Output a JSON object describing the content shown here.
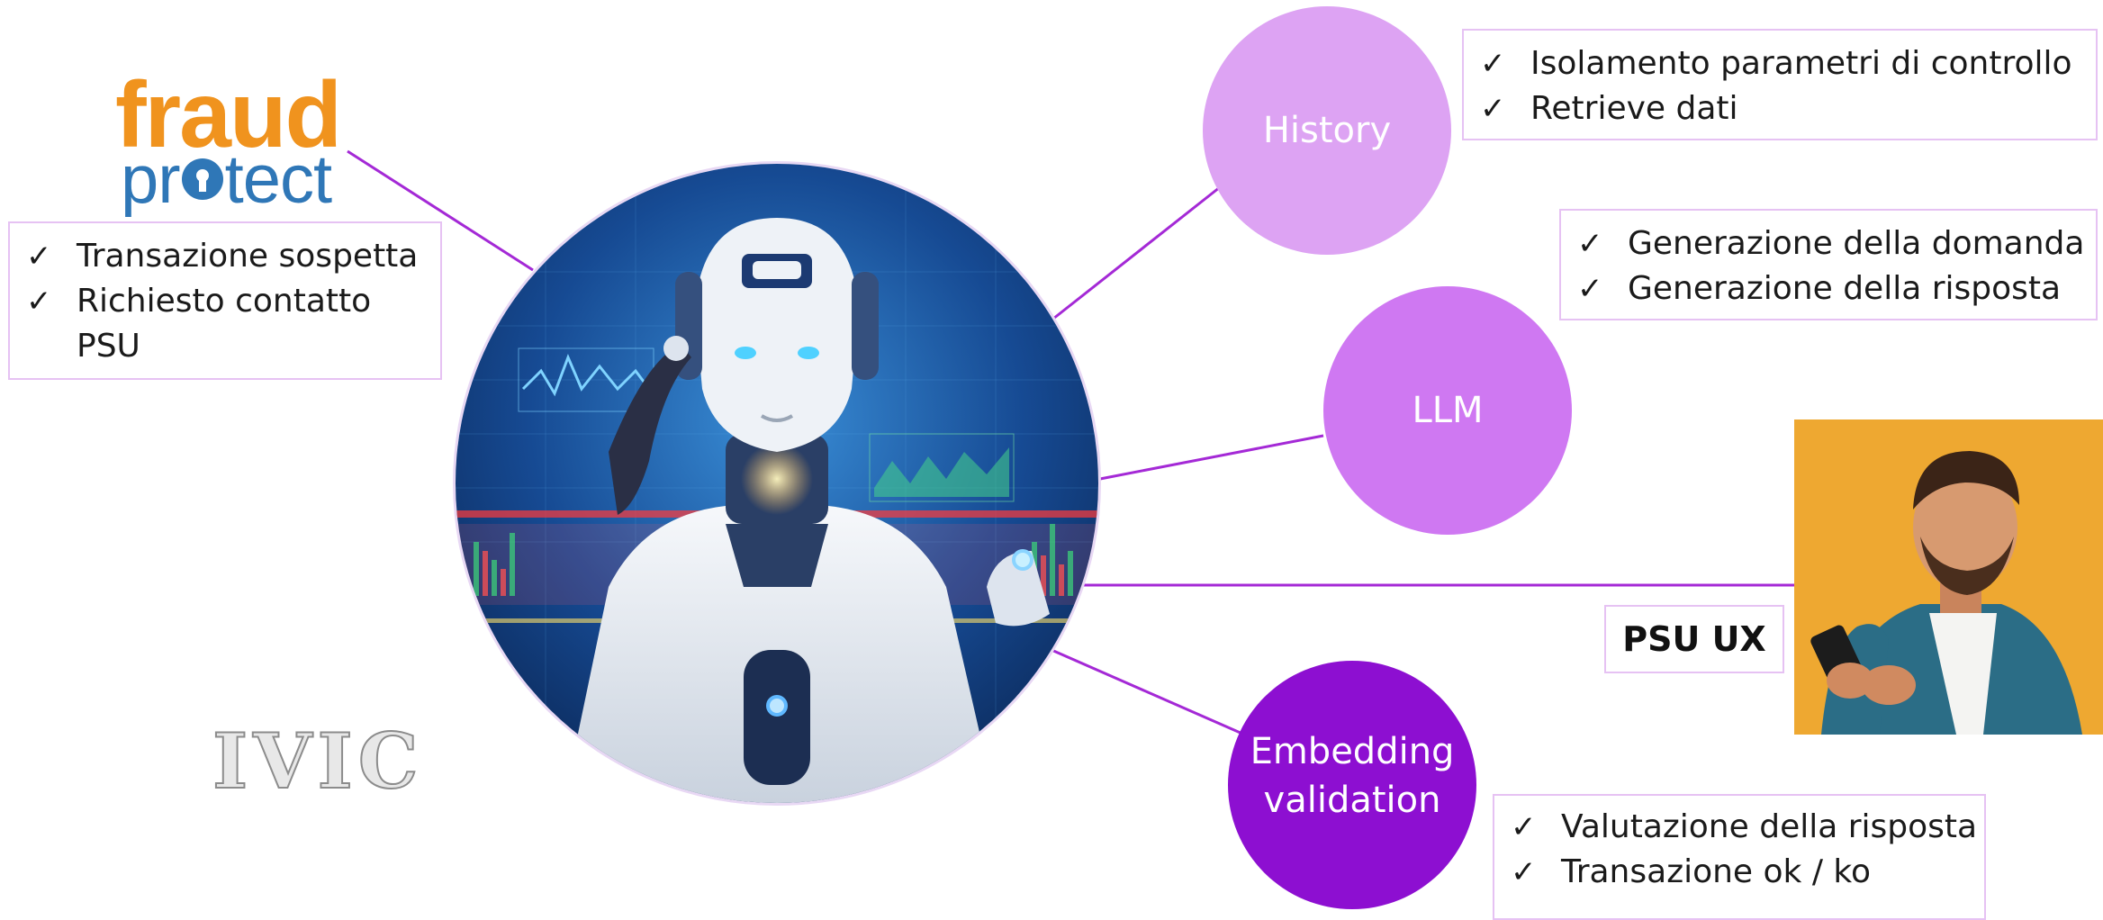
{
  "logo": {
    "line1": "fraud",
    "line2_part1": "pr",
    "line2_part2": "tect",
    "color_primary": "#f0931e",
    "color_secondary": "#2f77b7"
  },
  "left_box": {
    "items": [
      "Transazione sospetta",
      "Richiesto contatto PSU"
    ]
  },
  "history": {
    "label": "History",
    "color": "#dda3f3",
    "bullets": [
      "Isolamento parametri di controllo",
      "Retrieve dati"
    ]
  },
  "llm": {
    "label": "LLM",
    "color": "#cf78f2",
    "bullets": [
      "Generazione della domanda",
      "Generazione della risposta"
    ]
  },
  "embedding": {
    "label_line1": "Embedding",
    "label_line2": "validation",
    "color": "#8d0fd1",
    "bullets": [
      "Valutazione della risposta",
      "Transazione ok / ko"
    ]
  },
  "psu": {
    "label": "PSU UX"
  },
  "watermark": {
    "text": "IVIC"
  },
  "connector_color": "#a429d6",
  "check_glyph": "✓"
}
